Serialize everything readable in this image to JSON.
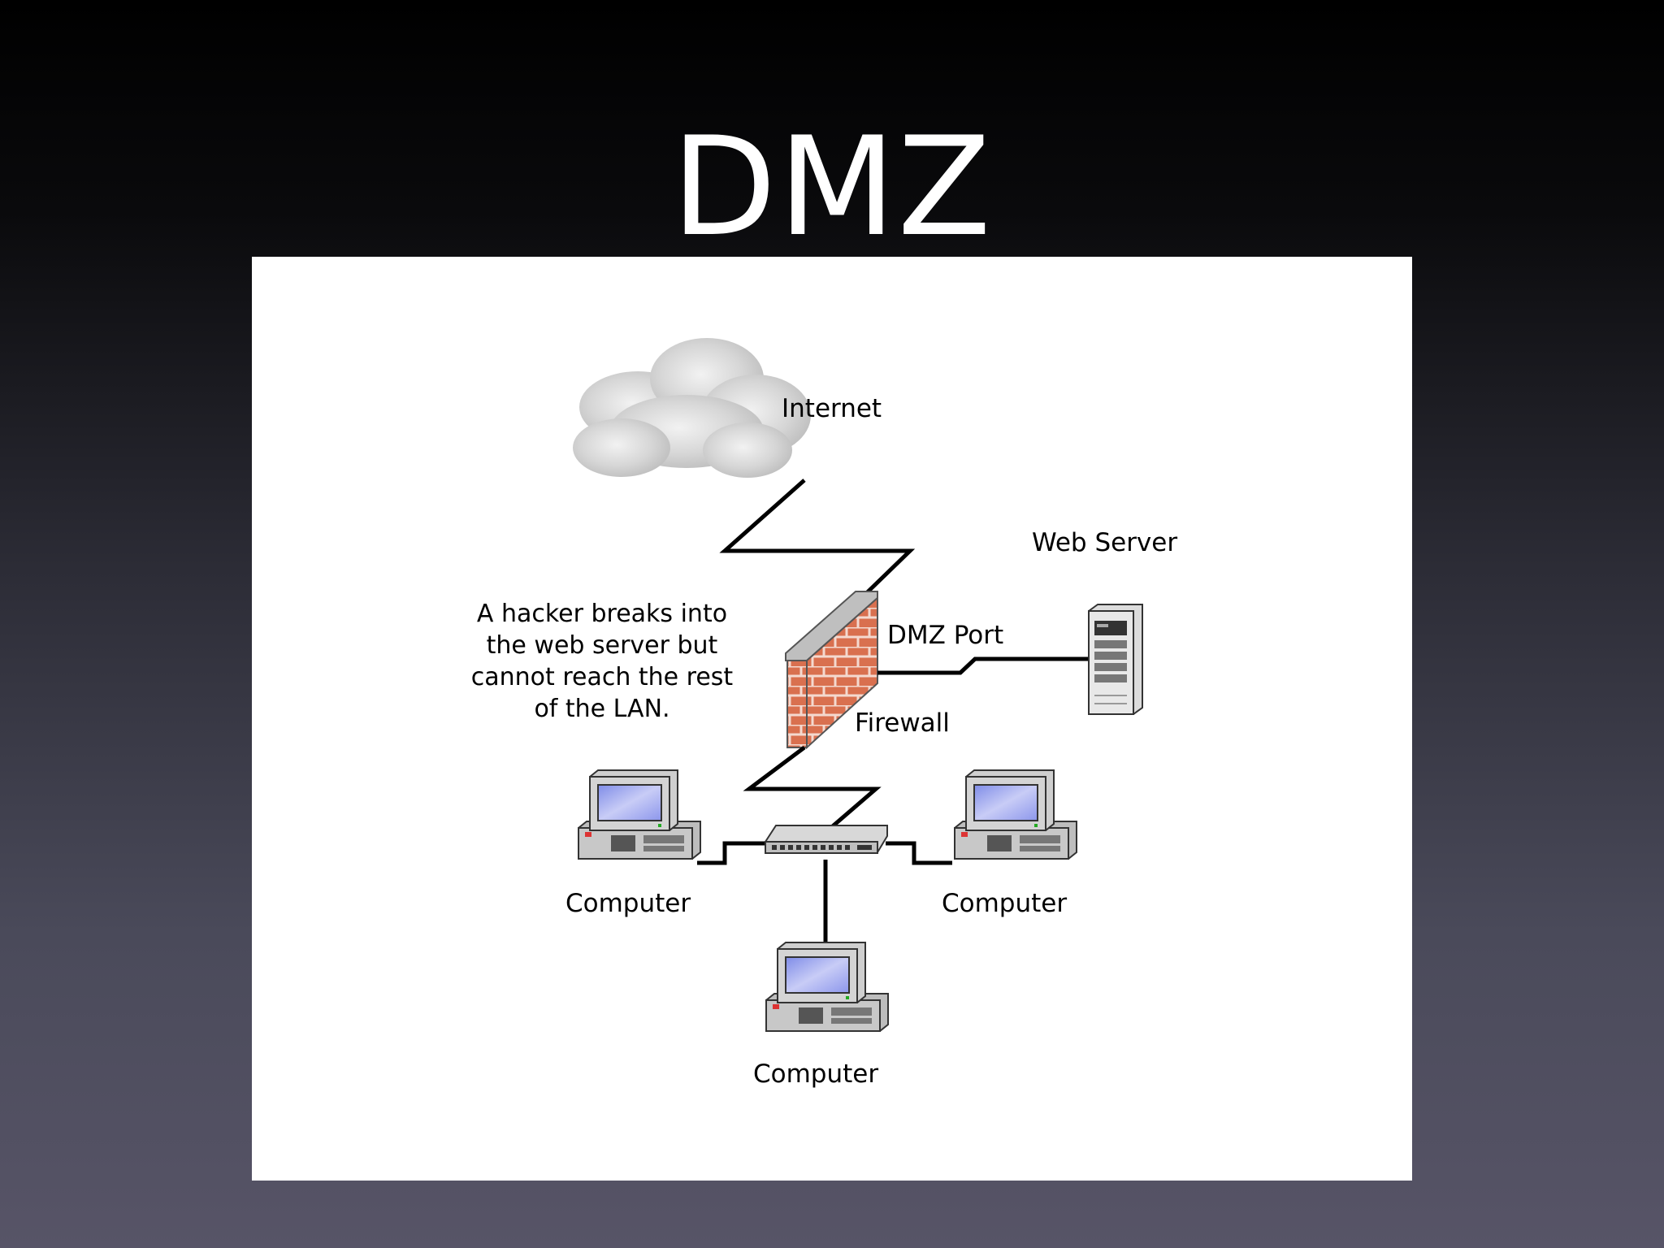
{
  "slide": {
    "title": "DMZ"
  },
  "diagram": {
    "internet_label": "Internet",
    "web_server_label": "Web Server",
    "dmz_port_label": "DMZ Port",
    "firewall_label": "Firewall",
    "note_lines": [
      "A hacker breaks into",
      "the web server but",
      "cannot reach the rest",
      "of the LAN."
    ],
    "computers": [
      {
        "label": "Computer"
      },
      {
        "label": "Computer"
      },
      {
        "label": "Computer"
      }
    ],
    "colors": {
      "brick": "#d9704f",
      "mortar": "#f4d9cf",
      "cloud": "#d9d9d9",
      "screen": "#9ea8f0",
      "line": "#000000"
    }
  }
}
